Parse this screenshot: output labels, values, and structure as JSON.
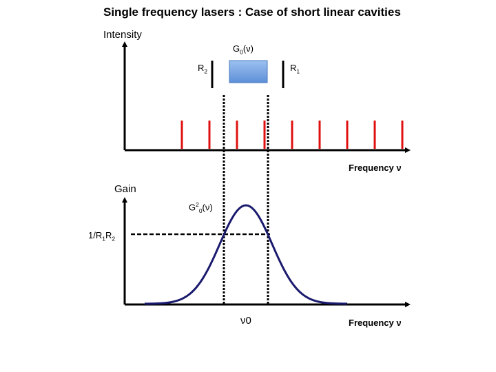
{
  "title": "Single frequency lasers : Case of short linear cavities",
  "top_panel": {
    "y_label": "Intensity",
    "x_label": "Frequency ν",
    "gain_label": {
      "base": "G",
      "sub": "0",
      "tail": "(ν)"
    },
    "mirror_left": {
      "base": "R",
      "sub": "2"
    },
    "mirror_right": {
      "base": "R",
      "sub": "1"
    },
    "mode_color": "#e01010",
    "modes": 9
  },
  "bottom_panel": {
    "y_label": "Gain",
    "x_label": "Frequency ν",
    "curve_label": {
      "base": "G",
      "sup": "2",
      "sub": "0",
      "tail": "(ν)"
    },
    "threshold_label": {
      "base": "1/R",
      "sub1": "1",
      "mid": "R",
      "sub2": "2"
    },
    "center_label": "ν0",
    "curve_color": "#1a1a6e"
  },
  "colors": {
    "gain_box_top": "#9cc1f0",
    "gain_box_bottom": "#5d8fd8",
    "axis": "#000000"
  }
}
